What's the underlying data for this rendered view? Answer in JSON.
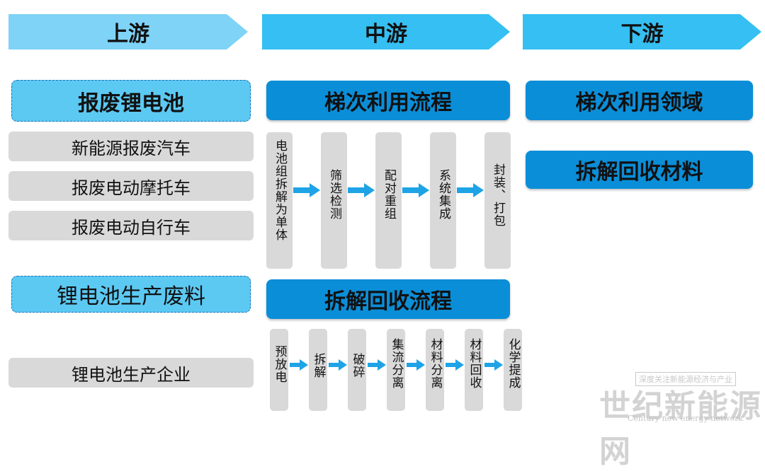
{
  "headers": {
    "upstream": "上游",
    "midstream": "中游",
    "downstream": "下游"
  },
  "upstream": {
    "group1_title": "报废锂电池",
    "group1_items": [
      "新能源报废汽车",
      "报废电动摩托车",
      "报废电动自行车"
    ],
    "group2_title": "锂电池生产废料",
    "group2_items": [
      "锂电池生产企业"
    ]
  },
  "midstream": {
    "cascade_title": "梯次利用流程",
    "cascade_steps": [
      "电池组拆解为单体",
      "筛选检测",
      "配对重组",
      "系统集成",
      "封装、打包"
    ],
    "recycle_title": "拆解回收流程",
    "recycle_steps": [
      "预放电",
      "拆解",
      "破碎",
      "集流分离",
      "材料分离",
      "材料回收",
      "化学提成"
    ]
  },
  "downstream": {
    "cascade_field": "梯次利用领域",
    "recycle_material": "拆解回收材料"
  },
  "watermark": {
    "tagline": "深度关注新能源经济与产业",
    "main": "世纪新能源网",
    "sub": "Century new energy network"
  },
  "colors": {
    "header_light": "#7ed3f7",
    "header": "#35bff2",
    "blue_box": "#0b8ed8",
    "gray": "#d9d9d9",
    "arrow": "#1ea3e6"
  }
}
